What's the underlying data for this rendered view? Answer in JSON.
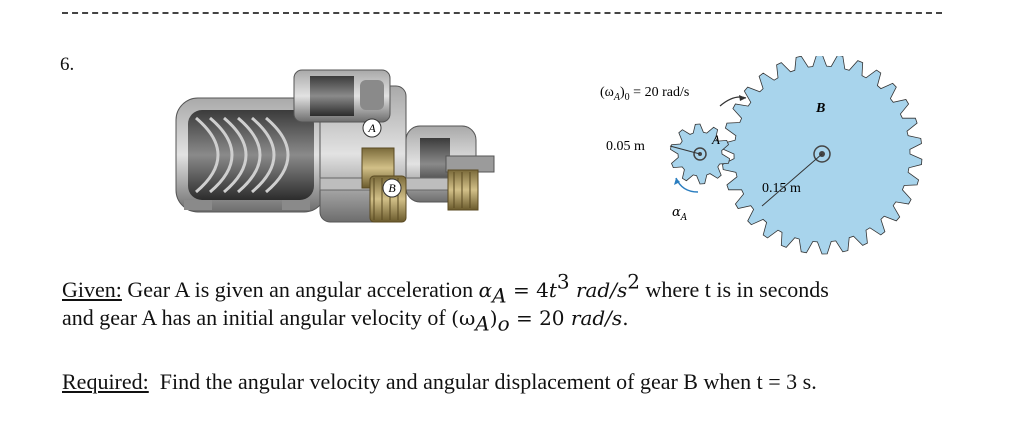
{
  "header": {
    "problem_number": "6."
  },
  "figure": {
    "motor_labels": {
      "gear_a": "A",
      "gear_b": "B"
    },
    "gears": {
      "omega_label": "(ω",
      "omega_sub": "A",
      "omega_close": ")",
      "omega_sub2": "0",
      "omega_value": " = 20 rad/s",
      "radius_a": "0.05 m",
      "radius_b": "0.15 m",
      "gear_a_label": "A",
      "gear_b_label": "B",
      "alpha_label": "α",
      "alpha_sub": "A"
    }
  },
  "given": {
    "heading": "Given:",
    "text1": " Gear A is given an angular acceleration ",
    "alpha": "α",
    "alpha_sub": "A",
    "eq1": " = 4",
    "t": "t",
    "exp3": "3",
    "unit_rad": " rad",
    "slash_s": "/s",
    "exp2": "2",
    "text2": " where t is in seconds",
    "text3": "and gear A has an initial angular velocity of ",
    "omega_open": "(ω",
    "omega_sub": "A",
    "omega_close": ")",
    "omega_sub2": "o",
    "eq2": " = 20 ",
    "unit2": "rad/s",
    "period": "."
  },
  "required": {
    "heading": "Required:",
    "text": "  Find the angular velocity and angular displacement of gear B when t = 3 s."
  }
}
